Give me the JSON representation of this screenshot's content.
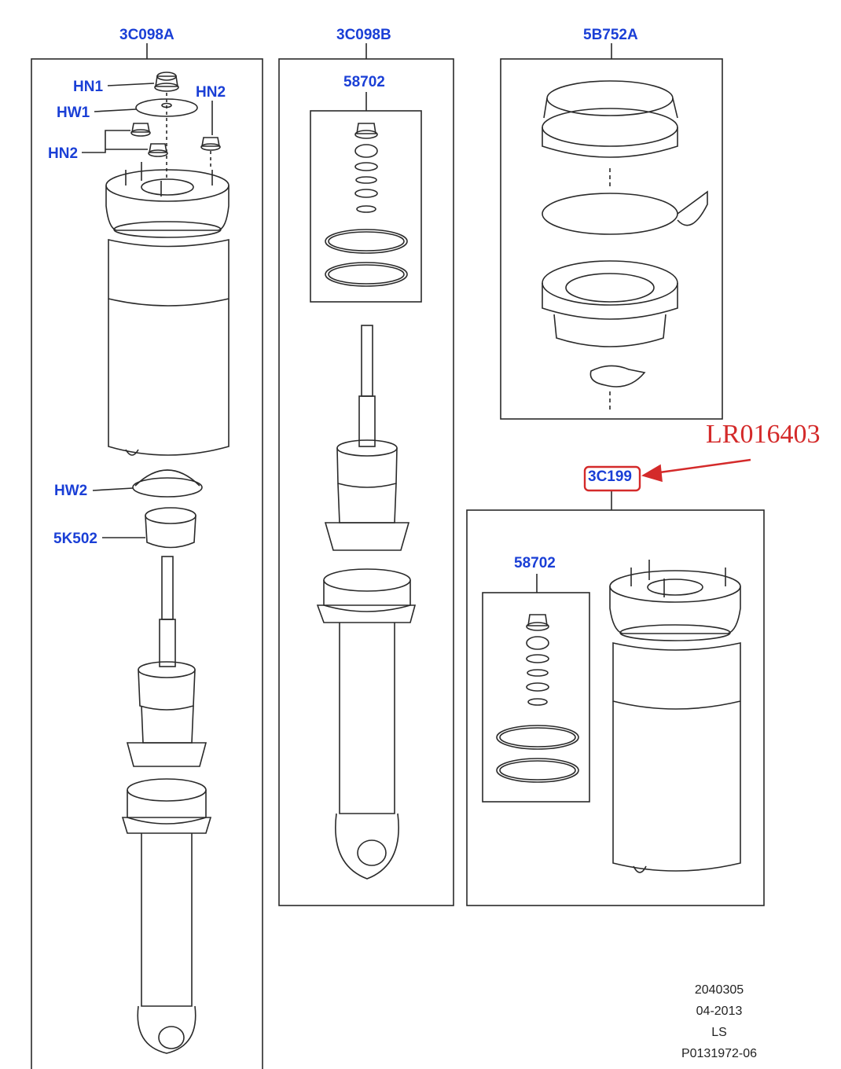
{
  "group_labels": {
    "front_complete": "3C098A",
    "strut_only": "3C098B",
    "bellows_kit": "5B752A",
    "air_spring": "3C199"
  },
  "seal_kit_labels": {
    "upper": "58702",
    "lower": "58702"
  },
  "callouts": {
    "hn1": "HN1",
    "hw1": "HW1",
    "hn2_right": "HN2",
    "hn2_left": "HN2",
    "hw2": "HW2",
    "k502": "5K502"
  },
  "annotation": {
    "part_number": "LR016403",
    "color": "#d42a2a"
  },
  "info_block": {
    "line1": "2040305",
    "line2": "04-2013",
    "line3": "LS",
    "line4": "P0131972-06"
  },
  "colors": {
    "label_blue": "#1a3fd6",
    "line": "#2a2a2a",
    "highlight_box": "#d42a2a"
  }
}
